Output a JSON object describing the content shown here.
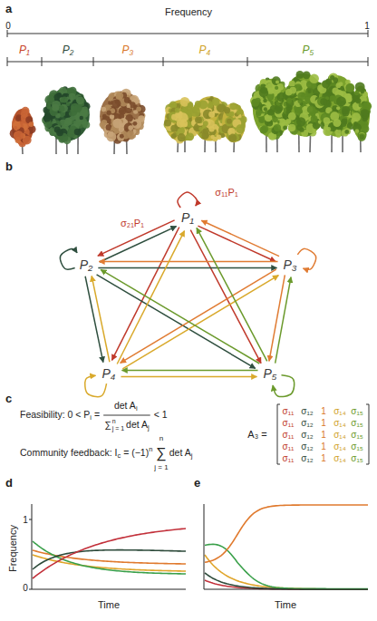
{
  "diagram": {
    "nodes": [
      {
        "text": [
          "P₁"
        ]
      },
      {
        "text": [
          "P₂"
        ]
      },
      {
        "text": [
          "P₃"
        ]
      },
      {
        "text": [
          "P₄"
        ]
      },
      {
        "text": [
          "P₅"
        ]
      }
    ],
    "edges": [
      {
        "from": 0,
        "to": 0,
        "arrow": "to",
        "label": "σ₁₁P₁"
      },
      {
        "from": 0,
        "to": 1,
        "arrow": "to",
        "label": "σ₂₁P₁"
      },
      {
        "from": 0,
        "to": 2,
        "arrow": "to"
      },
      {
        "from": 0,
        "to": 3,
        "arrow": "to"
      },
      {
        "from": 0,
        "to": 4,
        "arrow": "to"
      },
      {
        "from": 1,
        "to": 1,
        "arrow": "to"
      },
      {
        "from": 1,
        "to": 0,
        "arrow": "to"
      },
      {
        "from": 1,
        "to": 2,
        "arrow": "to"
      },
      {
        "from": 1,
        "to": 3,
        "arrow": "to"
      },
      {
        "from": 1,
        "to": 4,
        "arrow": "to"
      },
      {
        "from": 2,
        "to": 2,
        "arrow": "to"
      },
      {
        "from": 2,
        "to": 0,
        "arrow": "to"
      },
      {
        "from": 2,
        "to": 1,
        "arrow": "to"
      },
      {
        "from": 2,
        "to": 3,
        "arrow": "to"
      },
      {
        "from": 2,
        "to": 4,
        "arrow": "to"
      },
      {
        "from": 3,
        "to": 3,
        "arrow": "to"
      },
      {
        "from": 3,
        "to": 0,
        "arrow": "to"
      },
      {
        "from": 3,
        "to": 1,
        "arrow": "to"
      },
      {
        "from": 3,
        "to": 2,
        "arrow": "to"
      },
      {
        "from": 3,
        "to": 4,
        "arrow": "to"
      },
      {
        "from": 4,
        "to": 4,
        "arrow": "to"
      },
      {
        "from": 4,
        "to": 0,
        "arrow": "to"
      },
      {
        "from": 4,
        "to": 1,
        "arrow": "to"
      },
      {
        "from": 4,
        "to": 2,
        "arrow": "to"
      },
      {
        "from": 4,
        "to": 3,
        "arrow": "to"
      }
    ],
    "labels": [
      "a",
      "Frequency",
      "0",
      "1",
      "P₁",
      "P₂",
      "P₃",
      "P₄",
      "P₅",
      "b",
      "c",
      "Feasibility: 0 < P",
      "i",
      "=",
      "det A",
      "i",
      "∑",
      "n",
      "j = 1",
      "det A",
      "j",
      "< 1",
      "n",
      "Community feedback: I",
      "c",
      "= (−1)",
      "n",
      "∑",
      "j = 1",
      "det A",
      "j",
      "A₃ =",
      "σ₁₁",
      "σ₁₂",
      "1",
      "σ₁₄",
      "σ₁₅",
      "σ₁₁",
      "σ₁₂",
      "1",
      "σ₁₄",
      "σ₁₅",
      "σ₁₁",
      "σ₁₂",
      "1",
      "σ₁₄",
      "σ₁₅",
      "σ₁₁",
      "σ₁₂",
      "1",
      "σ₁₄",
      "σ₁₅",
      "σ₁₁",
      "σ₁₂",
      "1",
      "σ₁₄",
      "σ₁₅",
      "d",
      "Frequency",
      "1",
      "0",
      "Time",
      "e",
      "Time"
    ]
  }
}
